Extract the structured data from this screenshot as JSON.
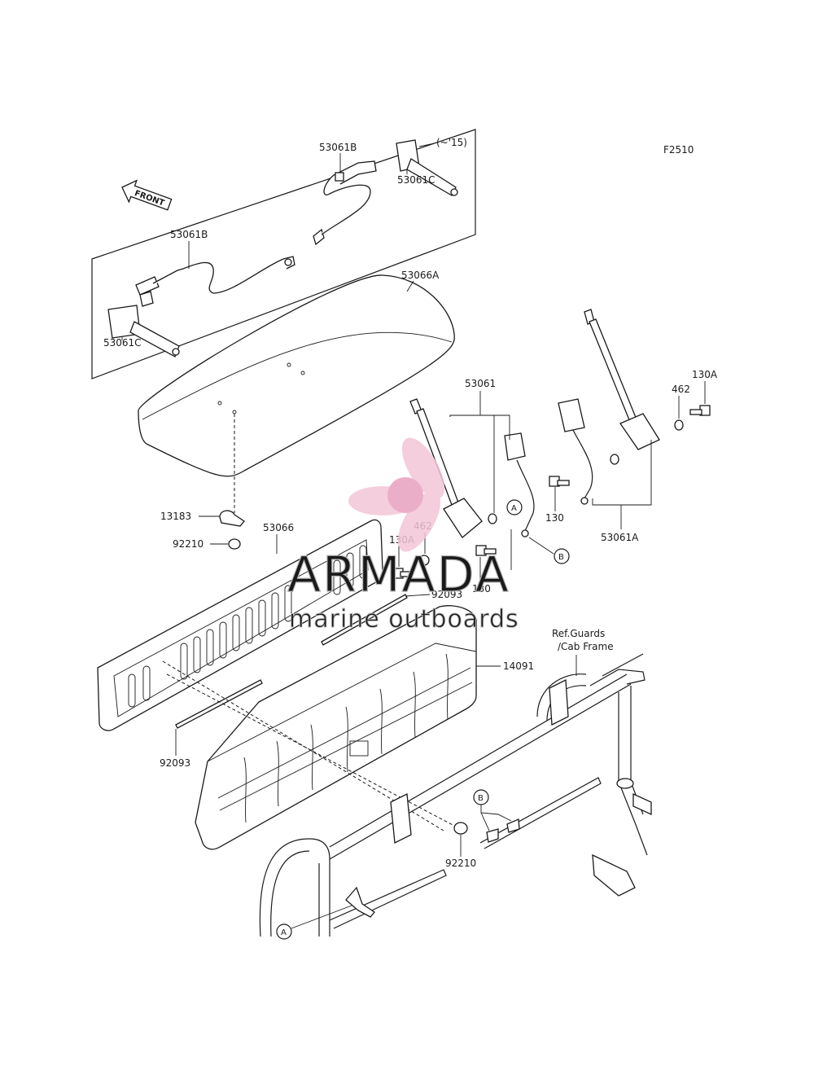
{
  "figure_code": "F2510",
  "front_label": "FRONT",
  "inset_note": "(~'15)",
  "callouts": {
    "p53061B_top": "53061B",
    "p53061C_top": "53061C",
    "p53061B_left": "53061B",
    "p53061C_left": "53061C",
    "p53066A": "53066A",
    "p53061": "53061",
    "p130A_right": "130A",
    "p462_right": "462",
    "p130_right": "130",
    "p53061A": "53061A",
    "p13183": "13183",
    "p92210_top": "92210",
    "p53066": "53066",
    "p130A_mid": "130A",
    "p462_mid": "462",
    "p130_mid": "130",
    "p92093_top": "92093",
    "p14091": "14091",
    "p92093_left": "92093",
    "p92210_bottom": "92210"
  },
  "reference_note_line1": "Ref.Guards",
  "reference_note_line2": "/Cab Frame",
  "connectors": {
    "A_upper": "A",
    "B_upper": "B",
    "A_lower": "A",
    "B_lower": "B"
  },
  "watermark": {
    "brand": "ARMADA",
    "tagline": "marine outboards",
    "color": "#e8a0bf"
  }
}
